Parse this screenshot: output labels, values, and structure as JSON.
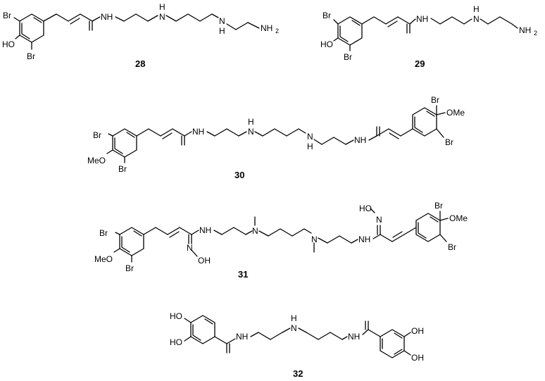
{
  "compounds": [
    {
      "id": "28",
      "atoms": {
        "br1": "Br",
        "oh": "HO",
        "br2": "Br",
        "nh1": "NH",
        "nh2": "N",
        "h2": "H",
        "nh3": "N",
        "h3": "H",
        "amine": "NH",
        "amine_sub": "2"
      }
    },
    {
      "id": "29",
      "atoms": {
        "br1": "Br",
        "oh": "HO",
        "br2": "Br",
        "nh1": "NH",
        "nh2": "N",
        "h2": "H",
        "amine": "NH",
        "amine_sub": "2"
      }
    },
    {
      "id": "30",
      "atoms": {
        "br1": "Br",
        "ome": "MeO",
        "br2": "Br",
        "nh1": "NH",
        "n2": "N",
        "h2": "H",
        "n3": "N",
        "h3": "H",
        "nh4": "NH",
        "br3": "Br",
        "ome2": "OMe",
        "br4": "Br"
      }
    },
    {
      "id": "31",
      "atoms": {
        "br1": "Br",
        "ome": "MeO",
        "br2": "Br",
        "n_ox": "N",
        "oh_ox": "OH",
        "nh1": "NH",
        "n2": "N",
        "n3": "N",
        "nh4": "NH",
        "ho_ox2": "HO",
        "n_ox2": "N",
        "br3": "Br",
        "ome2": "OMe",
        "br4": "Br"
      }
    },
    {
      "id": "32",
      "atoms": {
        "oh1": "HO",
        "oh2": "HO",
        "nh1": "NH",
        "n2": "N",
        "h2": "H",
        "nh3": "NH",
        "oh3": "OH",
        "oh4": "OH"
      }
    }
  ]
}
